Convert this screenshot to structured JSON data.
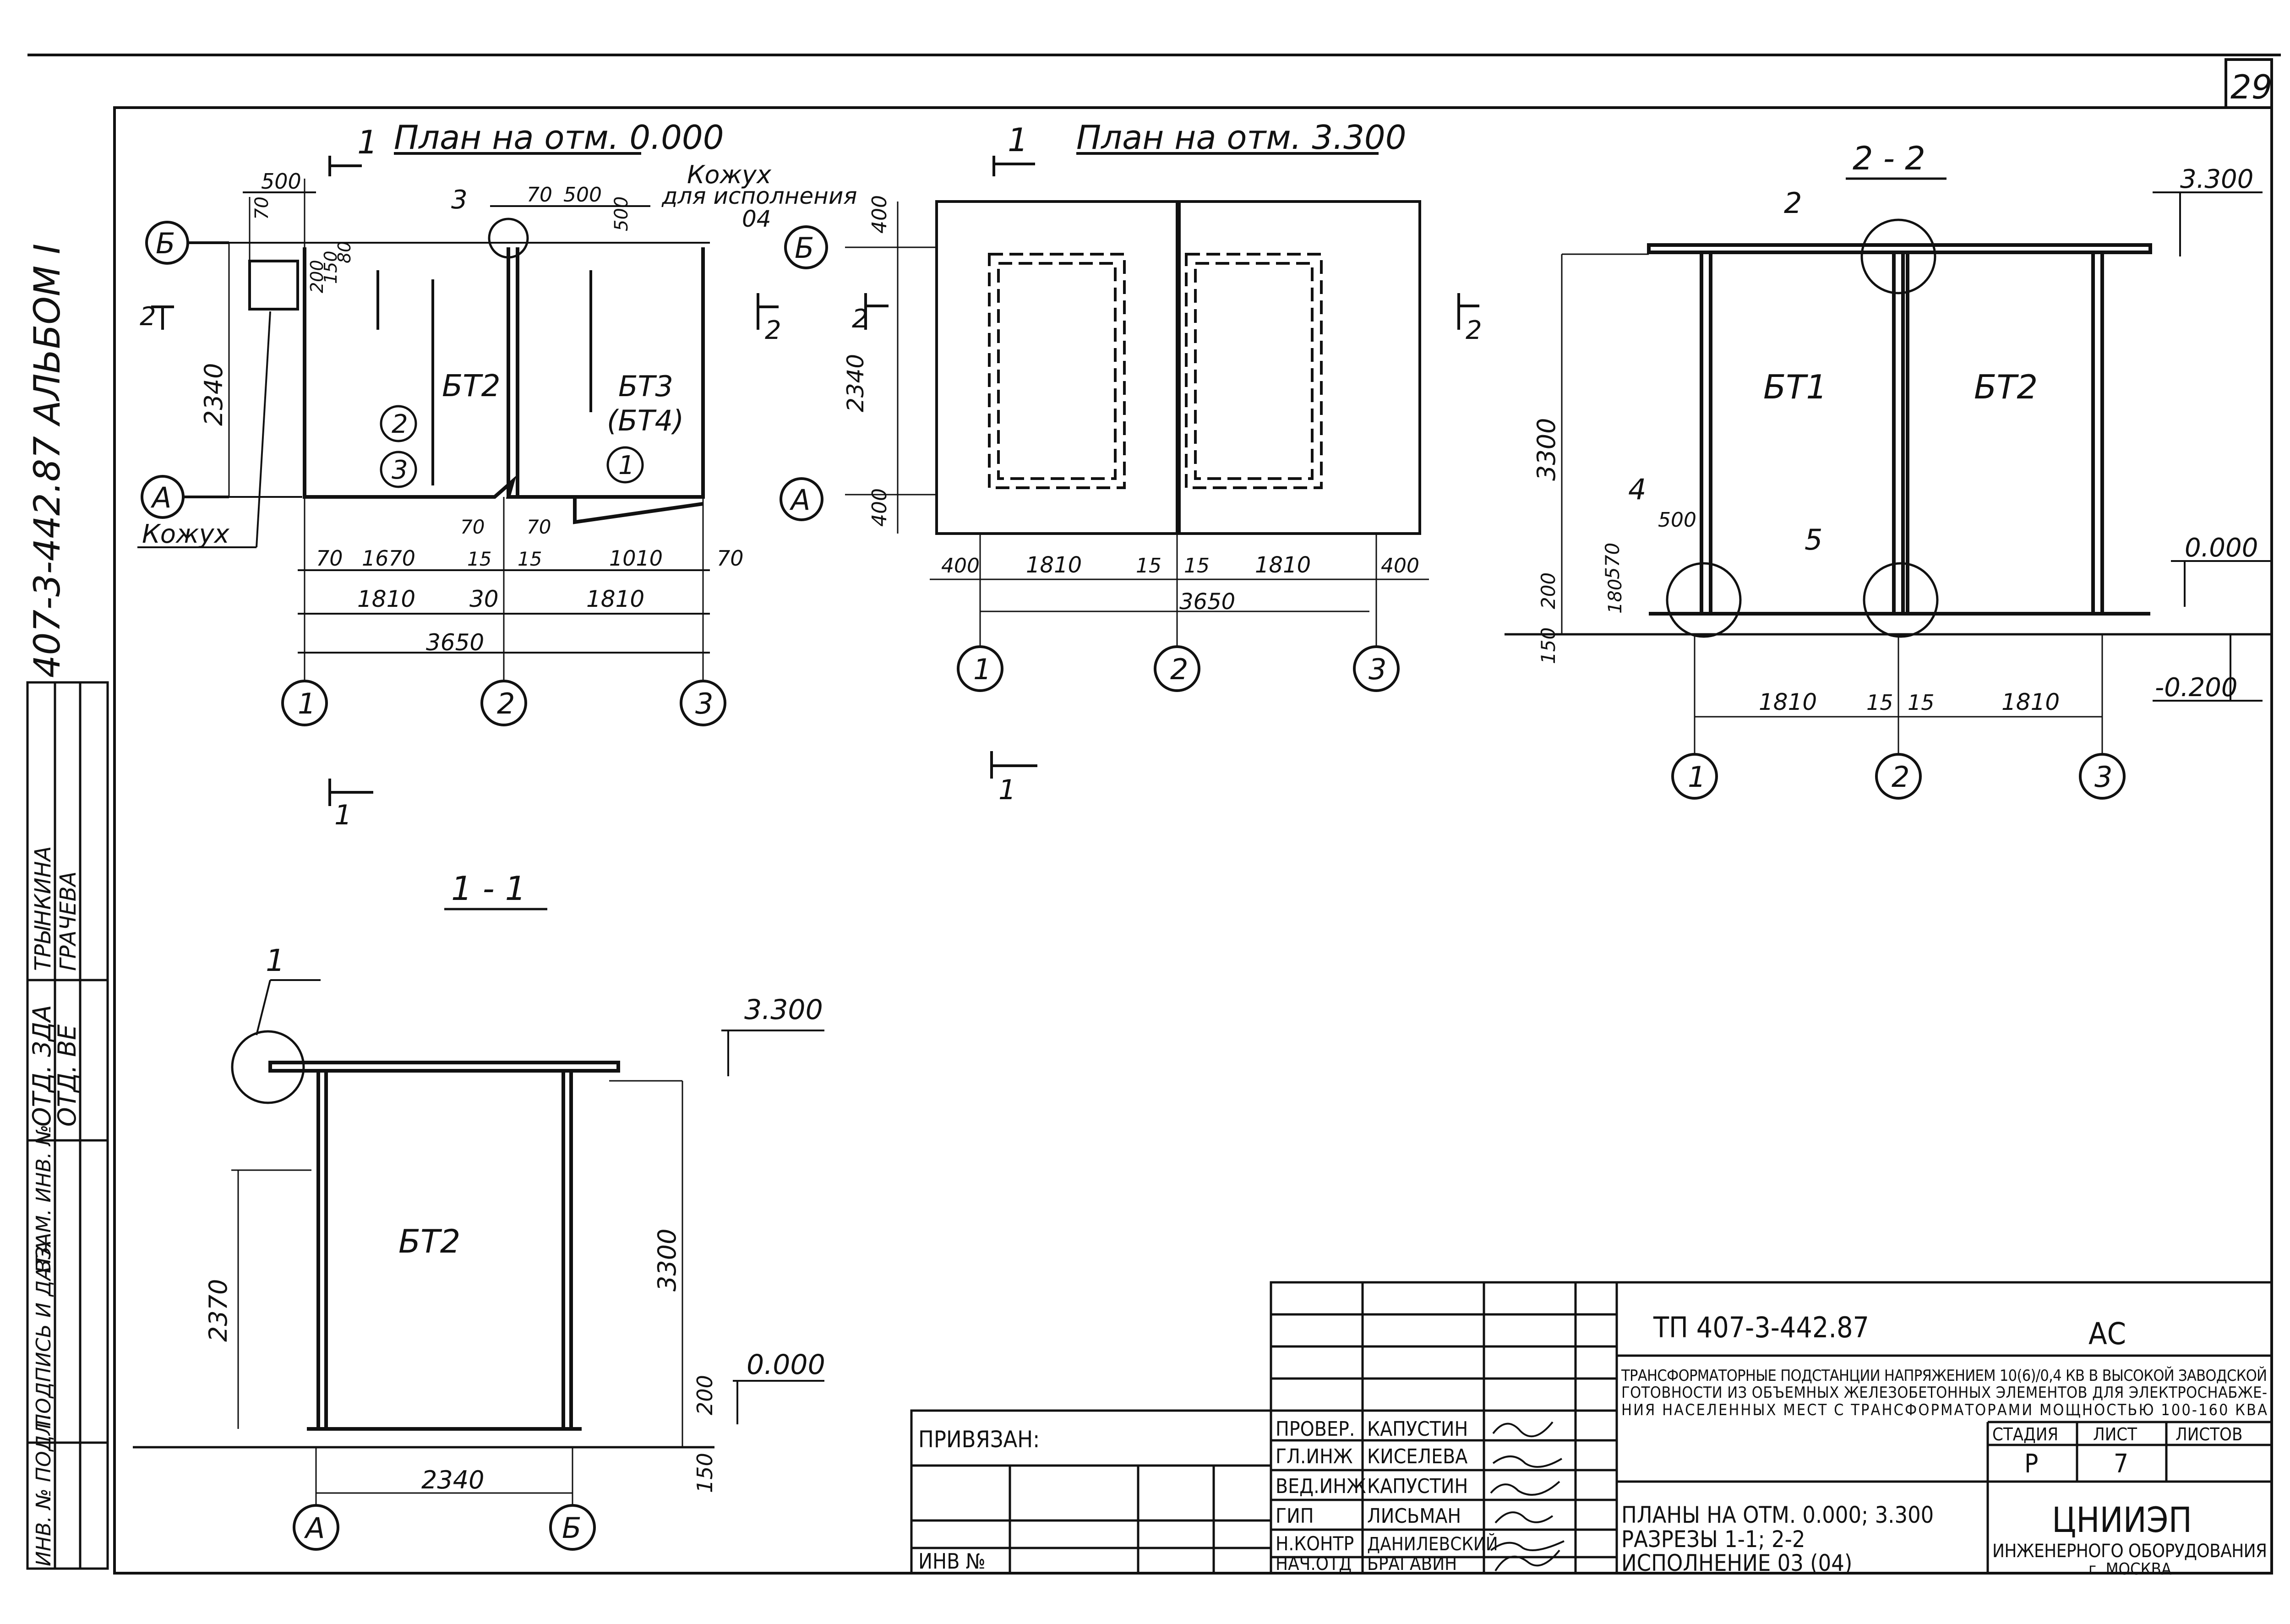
{
  "sheet_number": "29",
  "album_side": "407-3-442.87 АЛЬБОМ I",
  "colors": {
    "ink": "#111111",
    "paper": "#ffffff"
  },
  "plan_0000": {
    "section_mark": "1",
    "title": "План на отм. 0.000",
    "axis_letters": [
      "Б",
      "А"
    ],
    "axis_numbers": [
      "1",
      "2",
      "3"
    ],
    "rooms": [
      "БТ2",
      "БТ3",
      "(БТ4)"
    ],
    "callouts": [
      "2",
      "3",
      "3",
      "1"
    ],
    "labels": {
      "kozhukh_top": "Кожух",
      "kozhukh_top_note": "для исполнения",
      "kozhukh_top_note2": "04",
      "kozhukh_left": "Кожух",
      "cut_2": "2"
    },
    "dims": [
      "500",
      "70",
      "70",
      "500",
      "500",
      "200",
      "150",
      "80",
      "2340",
      "70",
      "1670",
      "70",
      "70",
      "15",
      "15",
      "1010",
      "70",
      "1810",
      "30",
      "1810",
      "3650"
    ]
  },
  "plan_3300": {
    "section_mark": "1",
    "title": "План на отм. 3.300",
    "axis_letters": [
      "Б",
      "А"
    ],
    "axis_numbers": [
      "1",
      "2",
      "3"
    ],
    "dims": [
      "400",
      "2340",
      "400",
      "400",
      "1810",
      "15",
      "15",
      "1810",
      "400",
      "3650"
    ],
    "cut_2": "2"
  },
  "section_22": {
    "title": "2 - 2",
    "rooms": [
      "БТ1",
      "БТ2"
    ],
    "callouts": [
      "2",
      "4",
      "5"
    ],
    "levels": [
      "3.300",
      "0.000",
      "-0.200"
    ],
    "dims": [
      "3300",
      "500",
      "570",
      "200",
      "150",
      "180",
      "1810",
      "15",
      "15",
      "1810"
    ],
    "axis_numbers": [
      "1",
      "2",
      "3"
    ]
  },
  "section_11": {
    "title": "1 - 1",
    "room": "БТ2",
    "callout": "1",
    "levels": [
      "3.300",
      "0.000"
    ],
    "dims": [
      "2370",
      "3300",
      "200",
      "150",
      "2340"
    ],
    "axis_letters": [
      "А",
      "Б"
    ]
  },
  "bottom_cut_marks": [
    "1",
    "1"
  ],
  "stamp": {
    "code": "ТП 407-3-442.87",
    "mark": "АС",
    "description": [
      "ТРАНСФОРМАТОРНЫЕ ПОДСТАНЦИИ НАПРЯЖЕНИЕМ 10(6)/0,4 КВ В ВЫСОКОЙ ЗАВОДСКОЙ",
      "ГОТОВНОСТИ ИЗ ОБЪЕМНЫХ ЖЕЛЕЗОБЕТОННЫХ ЭЛЕМЕНТОВ ДЛЯ ЭЛЕКТРОСНАБЖЕ-",
      "НИЯ НАСЕЛЕННЫХ МЕСТ С ТРАНСФОРМАТОРАМИ МОЩНОСТЬЮ 100-160 КВА"
    ],
    "privyazan": "ПРИВЯЗАН:",
    "inv_no": "ИНВ №",
    "roles": [
      {
        "role": "ПРОВЕР.",
        "name": "КАПУСТИН"
      },
      {
        "role": "ГЛ.ИНЖ",
        "name": "КИСЕЛЕВА"
      },
      {
        "role": "ВЕД.ИНЖ",
        "name": "КАПУСТИН"
      },
      {
        "role": "ГИП",
        "name": "ЛИСЬМАН"
      },
      {
        "role": "Н.КОНТР",
        "name": "ДАНИЛЕВСКИЙ"
      },
      {
        "role": "НАЧ.ОТД",
        "name": "БРАГАВИН"
      }
    ],
    "stage_header": "СТАДИЯ",
    "sheet_header": "ЛИСТ",
    "sheets_header": "ЛИСТОВ",
    "stage": "Р",
    "sheet": "7",
    "drawing_title": [
      "ПЛАНЫ НА ОТМ. 0.000; 3.300",
      "РАЗРЕЗЫ 1-1; 2-2",
      "ИСПОЛНЕНИЕ 03 (04)"
    ],
    "org": "ЦНИИЭП",
    "org_sub": "ИНЖЕНЕРНОГО ОБОРУДОВАНИЯ",
    "city": "г. МОСКВА"
  },
  "left_strip": {
    "rows": [
      "ОТД. ЗДА",
      "ОТД. ВЕ",
      "ТРЫНКИНА",
      "ГРАЧЕВА"
    ],
    "col_labels": [
      "ИНВ. № ПОДЛ.",
      "ПОДПИСЬ И ДАТА",
      "ВЗАМ. ИНВ. №"
    ]
  }
}
